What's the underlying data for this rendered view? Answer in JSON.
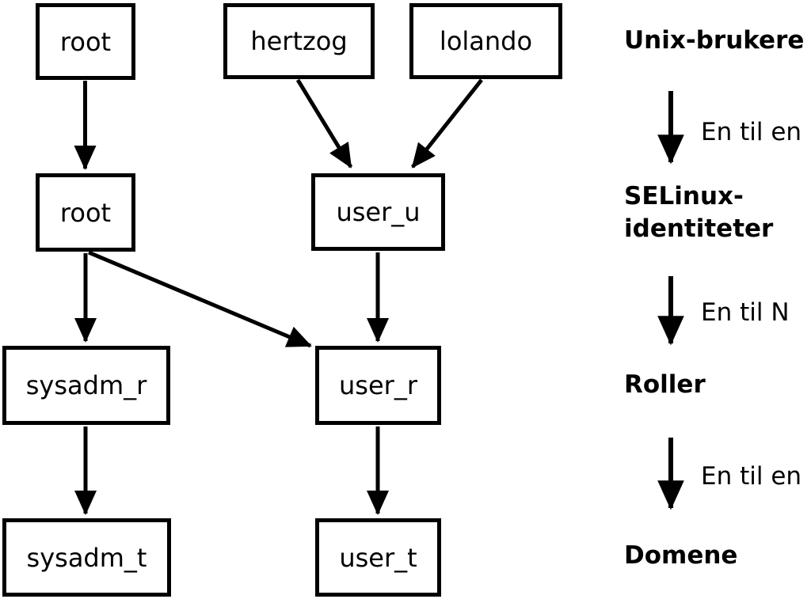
{
  "nodes": {
    "unix_root": {
      "label": "root"
    },
    "hertzog": {
      "label": "hertzog"
    },
    "lolando": {
      "label": "lolando"
    },
    "selinux_root": {
      "label": "root"
    },
    "user_u": {
      "label": "user_u"
    },
    "sysadm_r": {
      "label": "sysadm_r"
    },
    "user_r": {
      "label": "user_r"
    },
    "sysadm_t": {
      "label": "sysadm_t"
    },
    "user_t": {
      "label": "user_t"
    }
  },
  "legend": {
    "levels": [
      {
        "name": "unix-users",
        "lines": [
          "Unix-brukere"
        ]
      },
      {
        "name": "selinux-identities",
        "lines": [
          "SELinux-",
          "identiteter"
        ]
      },
      {
        "name": "roles",
        "lines": [
          "Roller"
        ]
      },
      {
        "name": "domains",
        "lines": [
          "Domene"
        ]
      }
    ],
    "arrows": [
      {
        "label": "En til en"
      },
      {
        "label": "En til N"
      },
      {
        "label": "En til en"
      }
    ]
  },
  "colors": {
    "foreground": "#000000",
    "background": "#ffffff"
  }
}
